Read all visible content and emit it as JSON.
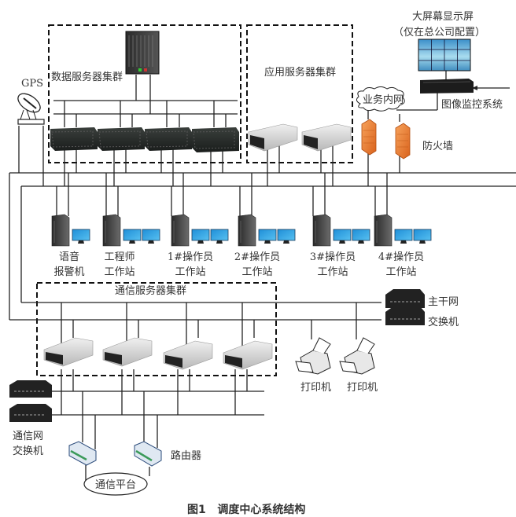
{
  "figure": {
    "caption": "图1   调度中心系统结构"
  },
  "clusters": {
    "data_servers": "数据服务器集群",
    "app_servers": "应用服务器集群",
    "comm_servers": "通信服务器集群"
  },
  "labels": {
    "gps": "GPS",
    "big_screen_line1": "大屏幕显示屏",
    "big_screen_line2": "（仅在总公司配置）",
    "business_intranet": "业务内网",
    "video_monitoring": "图像监控系统",
    "firewall": "防火墙",
    "backbone_switch_line1": "主干网",
    "backbone_switch_line2": "交换机",
    "printer1": "打印机",
    "printer2": "打印机",
    "comm_switch_line1": "通信网",
    "comm_switch_line2": "交换机",
    "router": "路由器",
    "comm_platform": "通信平台"
  },
  "workstations": [
    {
      "line1": "语音",
      "line2": "报警机",
      "monitors": 1
    },
    {
      "line1": "工程师",
      "line2": "工作站",
      "monitors": 2
    },
    {
      "line1": "1#操作员",
      "line2": "工作站",
      "monitors": 2
    },
    {
      "line1": "2#操作员",
      "line2": "工作站",
      "monitors": 2
    },
    {
      "line1": "3#操作员",
      "line2": "工作站",
      "monitors": 2
    },
    {
      "line1": "4#操作员",
      "line2": "工作站",
      "monitors": 2
    }
  ]
}
